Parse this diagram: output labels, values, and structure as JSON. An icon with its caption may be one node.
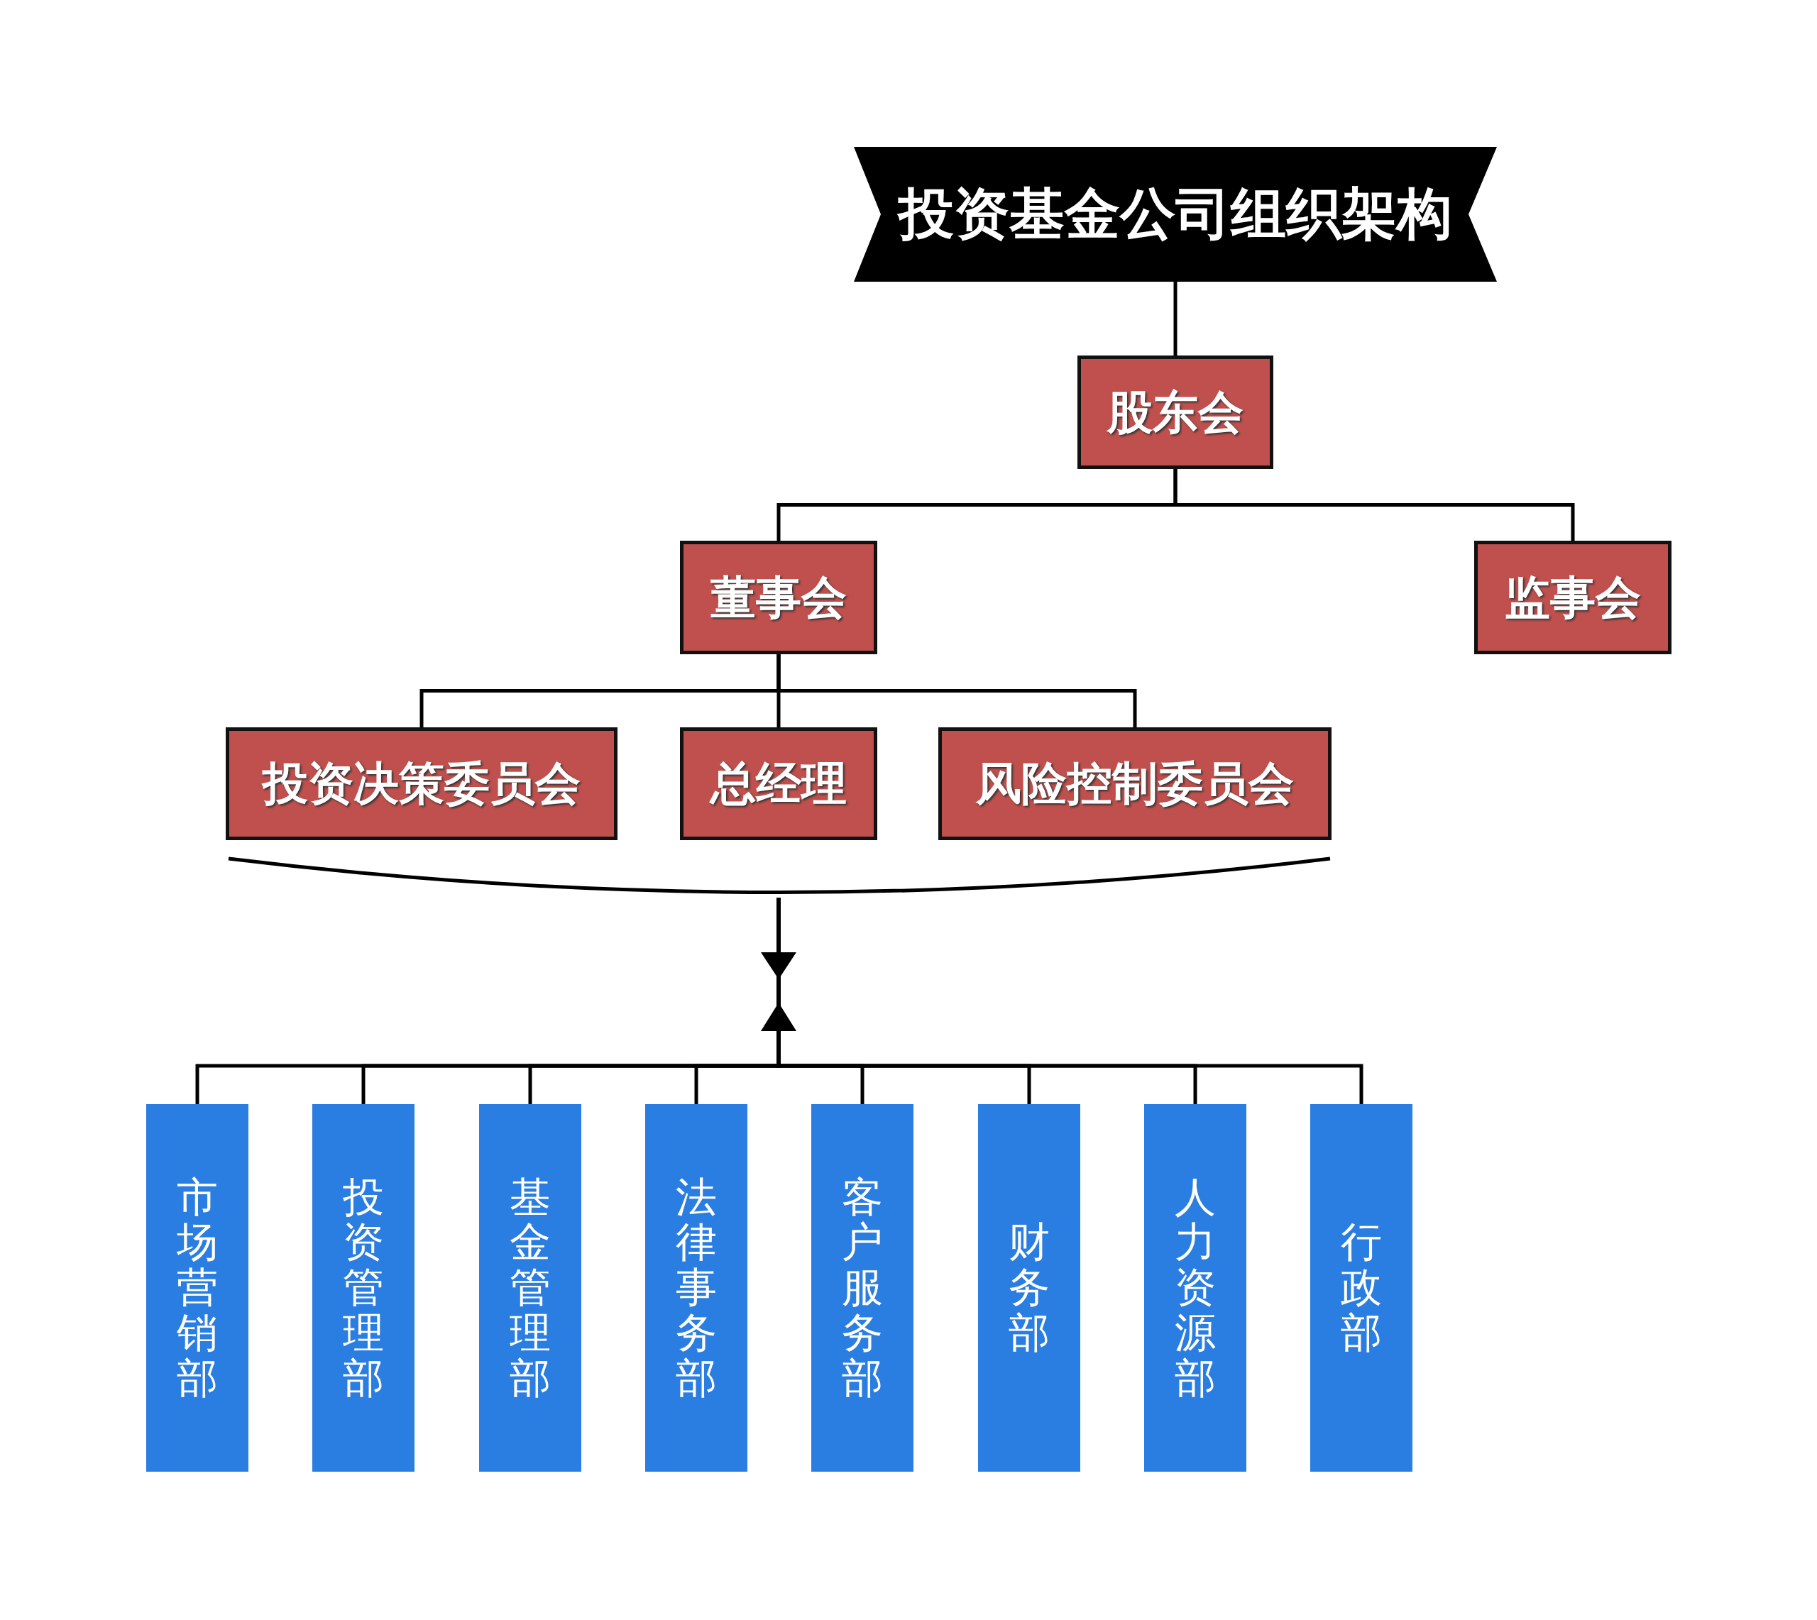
{
  "diagram": {
    "nodes": [
      {
        "text": [
          "投资基金公司组织架构"
        ]
      },
      {
        "text": [
          "股东会"
        ]
      },
      {
        "text": [
          "董事会"
        ]
      },
      {
        "text": [
          "监事会"
        ]
      },
      {
        "text": [
          "投资决策委员会"
        ]
      },
      {
        "text": [
          "总经理"
        ]
      },
      {
        "text": [
          "风险控制委员会"
        ]
      },
      {
        "text": [
          "市场营销部"
        ]
      },
      {
        "text": [
          "投资管理部"
        ]
      },
      {
        "text": [
          "基金管理部"
        ]
      },
      {
        "text": [
          "法律事务部"
        ]
      },
      {
        "text": [
          "客户服务部"
        ]
      },
      {
        "text": [
          "财务部"
        ]
      },
      {
        "text": [
          "人力资源部"
        ]
      },
      {
        "text": [
          "行政部"
        ]
      },
      {
        "text": [],
        "shape": "bracket"
      }
    ],
    "edges": [
      {
        "from": 0,
        "to": 1,
        "arrow": "none"
      },
      {
        "from": 1,
        "to": 2,
        "arrow": "none"
      },
      {
        "from": 1,
        "to": 3,
        "arrow": "none"
      },
      {
        "from": 2,
        "to": 4,
        "arrow": "none"
      },
      {
        "from": 2,
        "to": 5,
        "arrow": "none"
      },
      {
        "from": 2,
        "to": 6,
        "arrow": "none"
      },
      {
        "from": 15,
        "to": 7,
        "arrow": "to"
      },
      {
        "from": 15,
        "to": 8,
        "arrow": "to"
      },
      {
        "from": 15,
        "to": 9,
        "arrow": "to"
      },
      {
        "from": 15,
        "to": 10,
        "arrow": "to"
      },
      {
        "from": 15,
        "to": 11,
        "arrow": "to"
      },
      {
        "from": 15,
        "to": 12,
        "arrow": "to"
      },
      {
        "from": 15,
        "to": 13,
        "arrow": "to"
      },
      {
        "from": 15,
        "to": 14,
        "arrow": "to"
      }
    ]
  }
}
